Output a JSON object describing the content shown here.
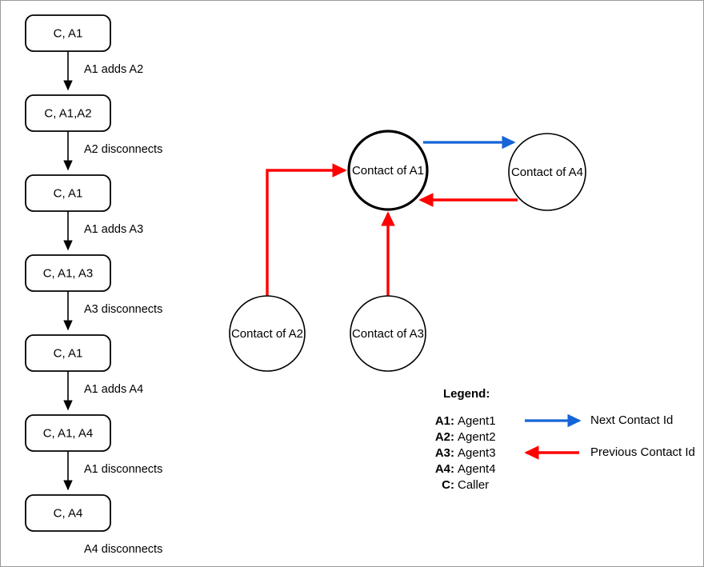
{
  "colors": {
    "next_contact": "#1565d8",
    "previous_contact": "#ff0000",
    "stroke": "#000000",
    "background": "#ffffff",
    "page_border": "#9a9a9a"
  },
  "flow": {
    "name": "conference-call-state-flow",
    "steps": [
      {
        "box": "C, A1",
        "transition": "A1 adds A2"
      },
      {
        "box": "C, A1,A2",
        "transition": "A2 disconnects"
      },
      {
        "box": "C, A1",
        "transition": "A1 adds A3"
      },
      {
        "box": "C, A1, A3",
        "transition": "A3 disconnects"
      },
      {
        "box": "C, A1",
        "transition": "A1 adds A4"
      },
      {
        "box": "C, A1, A4",
        "transition": "A1 disconnects"
      },
      {
        "box": "C, A4",
        "transition": "A4 disconnects"
      }
    ]
  },
  "graph": {
    "name": "contact-id-linkage-graph",
    "nodes": [
      {
        "id": "a1",
        "label": "Contact of A1",
        "emphasis": true
      },
      {
        "id": "a4",
        "label": "Contact of A4",
        "emphasis": false
      },
      {
        "id": "a2",
        "label": "Contact of A2",
        "emphasis": false
      },
      {
        "id": "a3",
        "label": "Contact of A3",
        "emphasis": false
      }
    ],
    "edges": [
      {
        "from": "a1",
        "to": "a4",
        "kind": "next"
      },
      {
        "from": "a4",
        "to": "a1",
        "kind": "previous"
      },
      {
        "from": "a2",
        "to": "a1",
        "kind": "previous"
      },
      {
        "from": "a3",
        "to": "a1",
        "kind": "previous"
      }
    ]
  },
  "legend": {
    "title": "Legend:",
    "abbreviations": [
      {
        "key": "A1:",
        "value": "Agent1"
      },
      {
        "key": "A2:",
        "value": "Agent2"
      },
      {
        "key": "A3:",
        "value": "Agent3"
      },
      {
        "key": "A4:",
        "value": "Agent4"
      },
      {
        "key": "C:",
        "value": "Caller"
      }
    ],
    "arrows": [
      {
        "label": "Next Contact Id",
        "color_key": "next_contact"
      },
      {
        "label": "Previous Contact Id",
        "color_key": "previous_contact"
      }
    ]
  }
}
